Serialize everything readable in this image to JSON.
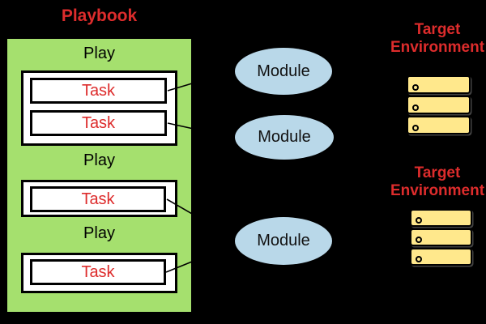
{
  "colors": {
    "background": "#000000",
    "playbook_fill": "#a5e06e",
    "module_fill": "#b9d8e9",
    "server_fill": "#ffe88c",
    "red_text": "#dd2c2c",
    "line": "#000000"
  },
  "playbook": {
    "label": "Playbook",
    "plays": [
      {
        "label": "Play",
        "tasks": [
          "Task",
          "Task"
        ]
      },
      {
        "label": "Play",
        "tasks": [
          "Task"
        ]
      },
      {
        "label": "Play",
        "tasks": [
          "Task"
        ]
      }
    ]
  },
  "modules": [
    {
      "label": "Module"
    },
    {
      "label": "Module"
    },
    {
      "label": "Module"
    }
  ],
  "targets": [
    {
      "label_line1": "Target",
      "label_line2": "Environment",
      "server_count": 3
    },
    {
      "label_line1": "Target",
      "label_line2": "Environment",
      "server_count": 3
    }
  ]
}
